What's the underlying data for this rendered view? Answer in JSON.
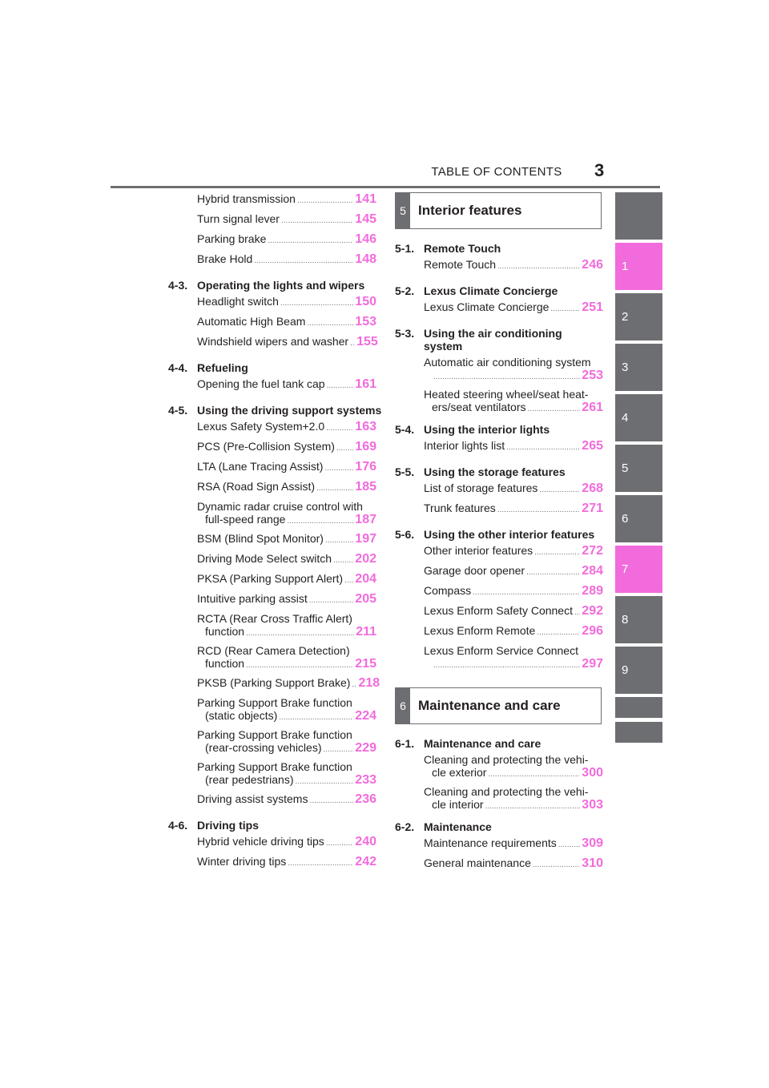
{
  "header": {
    "title": "TABLE OF CONTENTS",
    "page": "3"
  },
  "tabs": [
    "1",
    "2",
    "3",
    "4",
    "5",
    "6",
    "7",
    "8",
    "9"
  ],
  "left": {
    "top_entries": [
      {
        "title": "Hybrid transmission",
        "page": "141"
      },
      {
        "title": "Turn signal lever",
        "page": "145"
      },
      {
        "title": "Parking brake",
        "page": "146"
      },
      {
        "title": "Brake Hold",
        "page": "148"
      }
    ],
    "sections": [
      {
        "num": "4-3.",
        "title": "Operating the lights and wipers",
        "entries": [
          {
            "title": "Headlight switch",
            "page": "150"
          },
          {
            "title": "Automatic High Beam",
            "page": "153"
          },
          {
            "title": "Windshield wipers and washer",
            "page": "155"
          }
        ]
      },
      {
        "num": "4-4.",
        "title": "Refueling",
        "entries": [
          {
            "title": "Opening the fuel tank cap",
            "page": "161"
          }
        ]
      },
      {
        "num": "4-5.",
        "title": "Using the driving support systems",
        "entries": [
          {
            "title": "Lexus Safety System+2.0",
            "page": "163"
          },
          {
            "title": "PCS (Pre-Collision System)",
            "page": "169"
          },
          {
            "title": "LTA (Lane Tracing Assist)",
            "page": "176"
          },
          {
            "title": "RSA (Road Sign Assist)",
            "page": "185"
          },
          {
            "line1": "Dynamic radar cruise control with",
            "line2": "full-speed range",
            "page": "187"
          },
          {
            "title": "BSM (Blind Spot Monitor)",
            "page": "197"
          },
          {
            "title": "Driving Mode Select switch",
            "page": "202"
          },
          {
            "title": "PKSA (Parking Support Alert)",
            "page": "204"
          },
          {
            "title": "Intuitive parking assist",
            "page": "205"
          },
          {
            "line1": "RCTA (Rear Cross Traffic Alert)",
            "line2": "function",
            "page": "211"
          },
          {
            "line1": "RCD (Rear Camera Detection)",
            "line2": "function",
            "page": "215"
          },
          {
            "title": "PKSB (Parking Support Brake)",
            "page": "218"
          },
          {
            "line1": "Parking Support Brake function",
            "line2": "(static objects)",
            "page": "224"
          },
          {
            "line1": "Parking Support Brake function",
            "line2": "(rear-crossing vehicles)",
            "page": "229"
          },
          {
            "line1": "Parking Support Brake function",
            "line2": "(rear pedestrians)",
            "page": "233"
          },
          {
            "title": "Driving assist systems",
            "page": "236"
          }
        ]
      },
      {
        "num": "4-6.",
        "title": "Driving tips",
        "entries": [
          {
            "title": "Hybrid vehicle driving tips",
            "page": "240"
          },
          {
            "title": "Winter driving tips",
            "page": "242"
          }
        ]
      }
    ]
  },
  "right": {
    "chapter5": {
      "num": "5",
      "title": "Interior features"
    },
    "sections5": [
      {
        "num": "5-1.",
        "title": "Remote Touch",
        "entries": [
          {
            "title": "Remote Touch",
            "page": "246"
          }
        ]
      },
      {
        "num": "5-2.",
        "title": "Lexus Climate Concierge",
        "entries": [
          {
            "title": "Lexus Climate Concierge",
            "page": "251"
          }
        ]
      },
      {
        "num": "5-3.",
        "title": "Using the air conditioning system",
        "entries": [
          {
            "line1": "Automatic air conditioning system",
            "line2": "",
            "page": "253"
          },
          {
            "line1": "Heated steering wheel/seat heat-",
            "line2": "ers/seat ventilators",
            "page": "261"
          }
        ]
      },
      {
        "num": "5-4.",
        "title": "Using the interior lights",
        "entries": [
          {
            "title": "Interior lights list",
            "page": "265"
          }
        ]
      },
      {
        "num": "5-5.",
        "title": "Using the storage features",
        "entries": [
          {
            "title": "List of storage features",
            "page": "268"
          },
          {
            "title": "Trunk features",
            "page": "271"
          }
        ]
      },
      {
        "num": "5-6.",
        "title": "Using the other interior features",
        "entries": [
          {
            "title": "Other interior features",
            "page": "272"
          },
          {
            "title": "Garage door opener",
            "page": "284"
          },
          {
            "title": "Compass",
            "page": "289"
          },
          {
            "title": "Lexus Enform Safety Connect",
            "page": "292"
          },
          {
            "title": "Lexus Enform Remote",
            "page": "296"
          },
          {
            "line1": "Lexus Enform Service Connect",
            "line2": "",
            "page": "297"
          }
        ]
      }
    ],
    "chapter6": {
      "num": "6",
      "title": "Maintenance and care"
    },
    "sections6": [
      {
        "num": "6-1.",
        "title": "Maintenance and care",
        "entries": [
          {
            "line1": "Cleaning and protecting the vehi-",
            "line2": "cle exterior",
            "page": "300"
          },
          {
            "line1": "Cleaning and protecting the vehi-",
            "line2": "cle interior",
            "page": "303"
          }
        ]
      },
      {
        "num": "6-2.",
        "title": "Maintenance",
        "entries": [
          {
            "title": "Maintenance requirements",
            "page": "309"
          },
          {
            "title": "General maintenance",
            "page": "310"
          }
        ]
      }
    ]
  }
}
